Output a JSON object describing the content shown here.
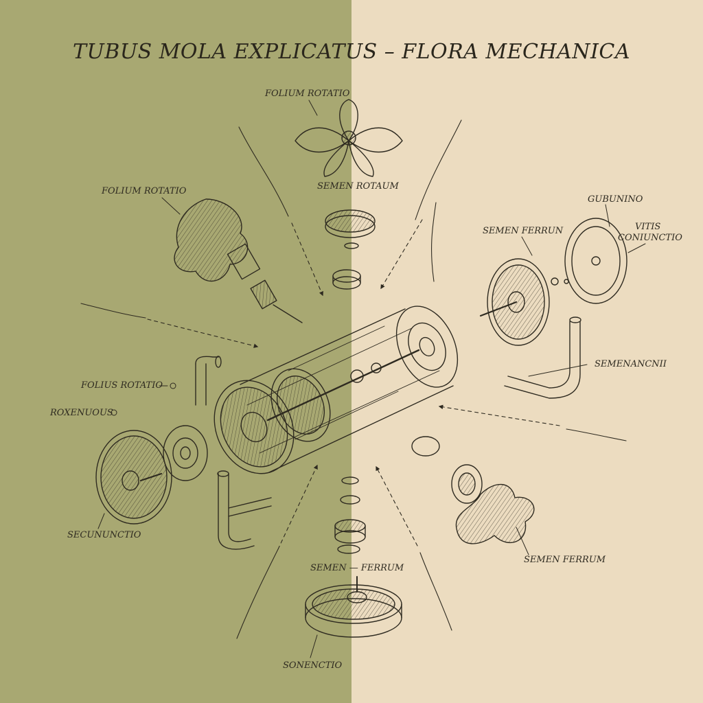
{
  "title": "TUBUS MOLA EXPLICATUS – FLORA MECHANICA",
  "colors": {
    "left_panel": "#a8a872",
    "right_panel": "#ecdcc0",
    "ink": "#2e2a20"
  },
  "labels": {
    "folium_top": "FOLIUM ROTATIO",
    "semen_rotatum": "SEMEN ROTAUM",
    "folium_left": "FOLIUM ROTATIO",
    "gubernino": "GUBUNINO",
    "vitis_line1": "VITIS",
    "vitis_line2": "CONIUNCTIO",
    "semen_ferrum_upper": "SEMEN FERRUN",
    "semenancnii": "SEMENANCNII",
    "folius_rotatio": "FOLIUS ROTATIO",
    "roxenuous": "ROXENUOUS",
    "secunnctio": "SECUNUNCTIO",
    "semen_ferrum_center": "SEMEN — FERRUM",
    "semen_ferrum_right": "SEMEN FERRUM",
    "sonenctio": "SONENCTIO"
  }
}
